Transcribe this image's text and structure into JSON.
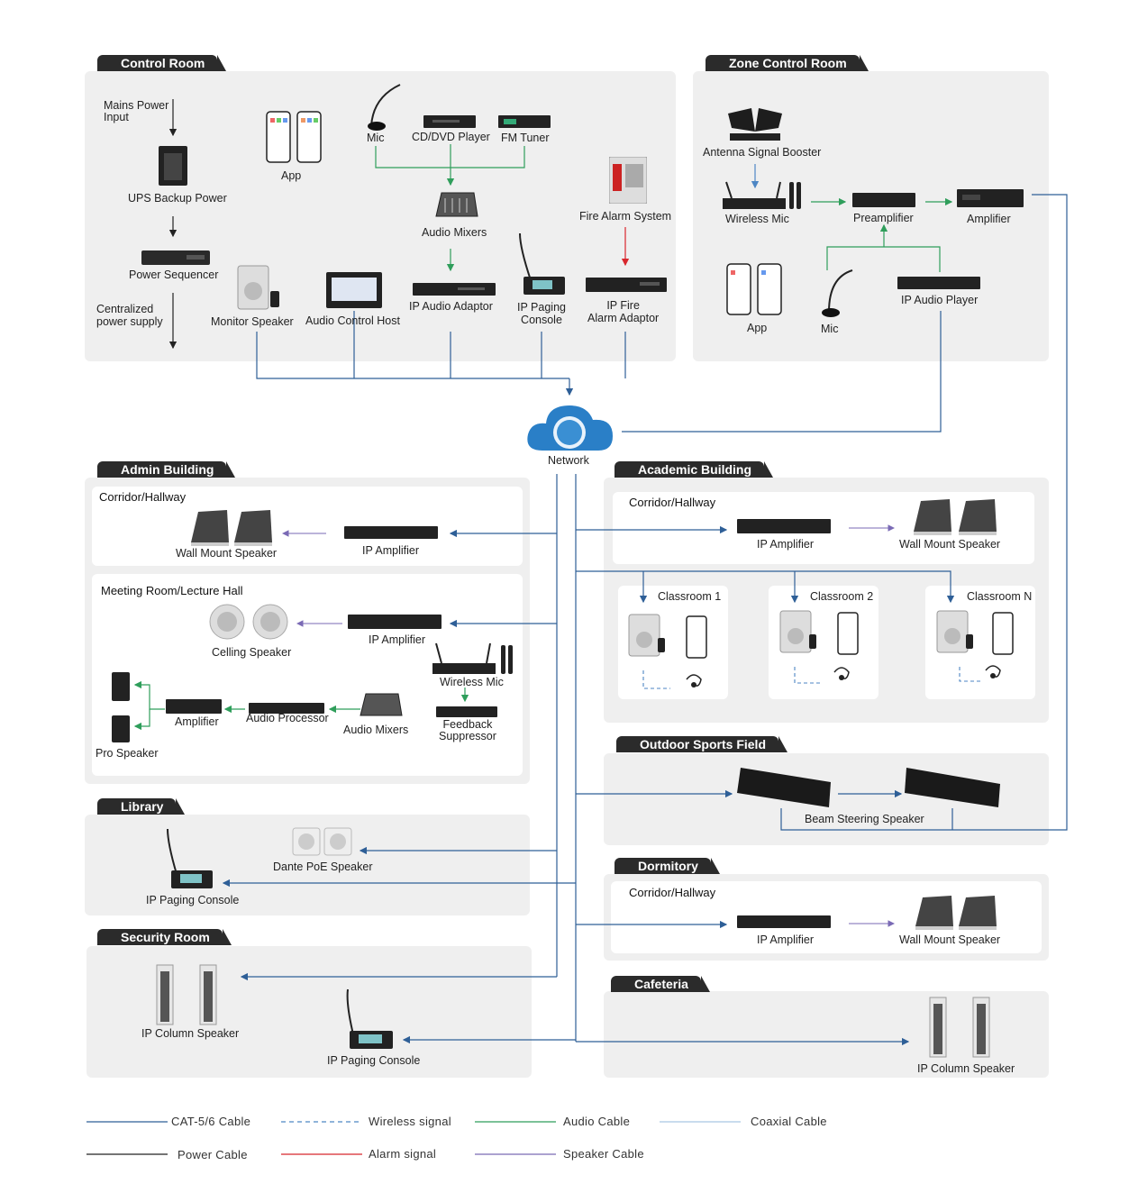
{
  "sections": {
    "control_room": "Control Room",
    "zone_control_room": "Zone Control Room",
    "admin_building": "Admin Building",
    "academic_building": "Academic Building",
    "library": "Library",
    "security_room": "Security Room",
    "outdoor_sports_field": "Outdoor Sports Field",
    "dormitory": "Dormitory",
    "cafeteria": "Cafeteria"
  },
  "control_room": {
    "mains_power_input": "Mains Power\nInput",
    "ups": "UPS Backup Power",
    "power_sequencer": "Power Sequencer",
    "centralized_power": "Centralized\npower supply",
    "app": "App",
    "mic": "Mic",
    "cd_dvd": "CD/DVD Player",
    "fm_tuner": "FM Tuner",
    "audio_mixers": "Audio Mixers",
    "fire_alarm_system": "Fire Alarm System",
    "monitor_speaker": "Monitor Speaker",
    "audio_control_host": "Audio Control Host",
    "ip_audio_adaptor": "IP Audio Adaptor",
    "ip_paging_console": "IP Paging\nConsole",
    "ip_fire_alarm_adaptor": "IP Fire\nAlarm Adaptor"
  },
  "zone_control_room": {
    "antenna_booster": "Antenna Signal Booster",
    "wireless_mic": "Wireless Mic",
    "preamplifier": "Preamplifier",
    "amplifier": "Amplifier",
    "app": "App",
    "mic": "Mic",
    "ip_audio_player": "IP Audio Player"
  },
  "network": "Network",
  "admin": {
    "corridor": "Corridor/Hallway",
    "wall_mount_speaker": "Wall Mount Speaker",
    "ip_amplifier_1": "IP Amplifier",
    "meeting_room": "Meeting Room/Lecture Hall",
    "celling_speaker": "Celling Speaker",
    "ip_amplifier_2": "IP Amplifier",
    "wireless_mic": "Wireless Mic",
    "amplifier": "Amplifier",
    "audio_processor": "Audio Processor",
    "audio_mixers": "Audio Mixers",
    "feedback_suppressor": "Feedback\nSuppressor",
    "pro_speaker": "Pro Speaker"
  },
  "library": {
    "dante_poe_speaker": "Dante PoE Speaker",
    "ip_paging_console": "IP Paging Console"
  },
  "security": {
    "ip_column_speaker": "IP Column Speaker",
    "ip_paging_console": "IP Paging Console"
  },
  "academic": {
    "corridor": "Corridor/Hallway",
    "ip_amplifier": "IP Amplifier",
    "wall_mount_speaker": "Wall Mount Speaker",
    "classroom_1": "Classroom 1",
    "classroom_2": "Classroom 2",
    "classroom_n": "Classroom N"
  },
  "outdoor": {
    "beam_steering_speaker": "Beam Steering Speaker"
  },
  "dormitory": {
    "corridor": "Corridor/Hallway",
    "ip_amplifier": "IP Amplifier",
    "wall_mount_speaker": "Wall Mount Speaker"
  },
  "cafeteria": {
    "ip_column_speaker": "IP Column Speaker"
  },
  "legend": {
    "cat": "CAT-5/6 Cable",
    "wireless": "Wireless signal",
    "audio": "Audio Cable",
    "coaxial": "Coaxial Cable",
    "power": "Power Cable",
    "alarm": "Alarm signal",
    "speaker": "Speaker Cable"
  },
  "colors": {
    "cat": "#2e5f97",
    "wireless": "#4d86c4",
    "audio": "#2f9e5b",
    "coaxial": "#a9c7e3",
    "power": "#222222",
    "alarm": "#d8262c",
    "speaker": "#7a6ab5"
  }
}
